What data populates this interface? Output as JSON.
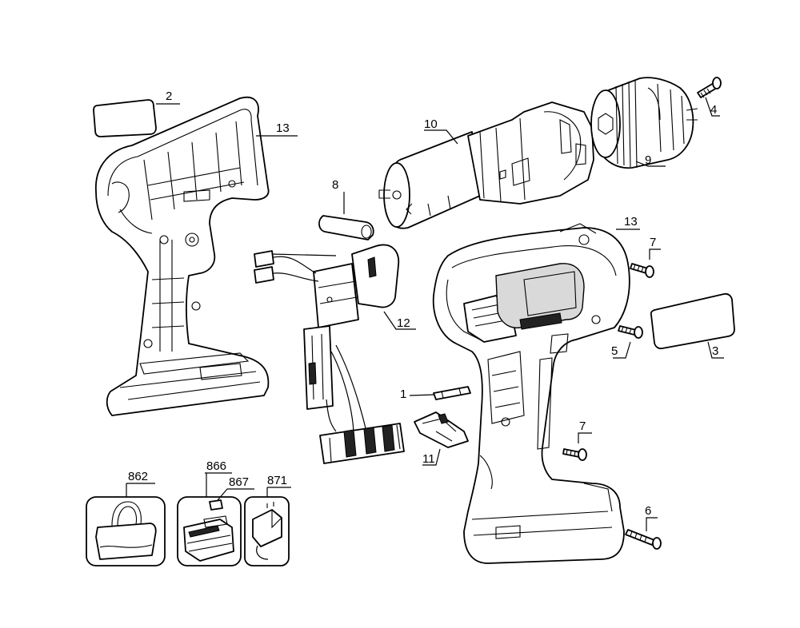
{
  "callouts": {
    "c1": "1",
    "c2": "2",
    "c3": "3",
    "c4": "4",
    "c5": "5",
    "c6": "6",
    "c7a": "7",
    "c7b": "7",
    "c8": "8",
    "c9": "9",
    "c10": "10",
    "c11": "11",
    "c12": "12",
    "c13a": "13",
    "c13b": "13",
    "c862": "862",
    "c866": "866",
    "c867": "867",
    "c871": "871"
  }
}
